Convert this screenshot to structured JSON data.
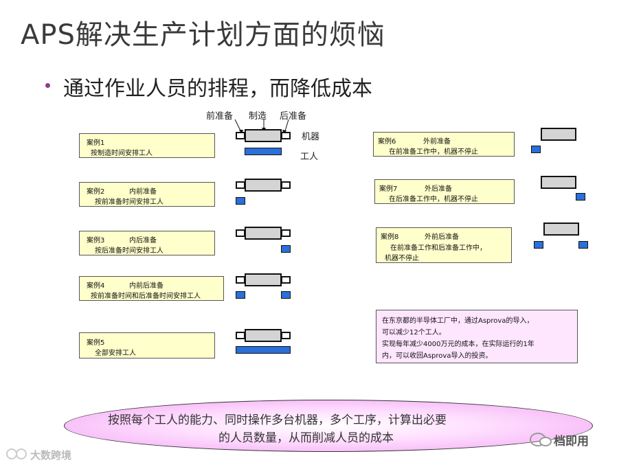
{
  "title": "APS解决生产计划方面的烦恼",
  "bullet": "通过作业人员的排程，而降低成本",
  "legend": {
    "pre": "前准备",
    "make": "制造",
    "post": "后准备",
    "machine": "机器",
    "worker": "工人"
  },
  "cases_left": [
    {
      "id": "案例1",
      "kind": "",
      "desc": "按制造时间安排工人"
    },
    {
      "id": "案例2",
      "kind": "内前准备",
      "desc": "按前准备时间安排工人"
    },
    {
      "id": "案例3",
      "kind": "内后准备",
      "desc": "按后准备时间安排工人"
    },
    {
      "id": "案例4",
      "kind": "内前后准备",
      "desc": "按前准备时间和后准备时间安排工人"
    },
    {
      "id": "案例5",
      "kind": "",
      "desc": "全部安排工人"
    }
  ],
  "cases_right": [
    {
      "id": "案例6",
      "kind": "外前准备",
      "desc": "在前准备工作中，机器不停止"
    },
    {
      "id": "案例7",
      "kind": "外后准备",
      "desc": "在后准备工作中，机器不停止"
    },
    {
      "id": "案例8",
      "kind": "外前后准备",
      "desc": "在前准备工作和后准备工作中，",
      "desc2": "机器不停止"
    }
  ],
  "note": [
    "在东京都的半导体工厂中，通过Asprova的导入，",
    "可以减少12个工人。",
    "实现每年减少4000万元的成本，在实际运行的1年",
    "内，可以收回Asprova导入的投资。"
  ],
  "conclusion": [
    "按照每个工人的能力、同时操作多台机器，多个工序，计算出必要",
    "的人员数量，从而削减人员的成本"
  ],
  "watermark_left": "大数跨境",
  "watermark_right": "档即用",
  "colors": {
    "case_bg": "#ffffcc",
    "note_bg": "#ffe6ff",
    "worker_blue": "#2b6fd8",
    "machine_gray": "#d4d4d4",
    "bullet": "#8e3b8e"
  }
}
